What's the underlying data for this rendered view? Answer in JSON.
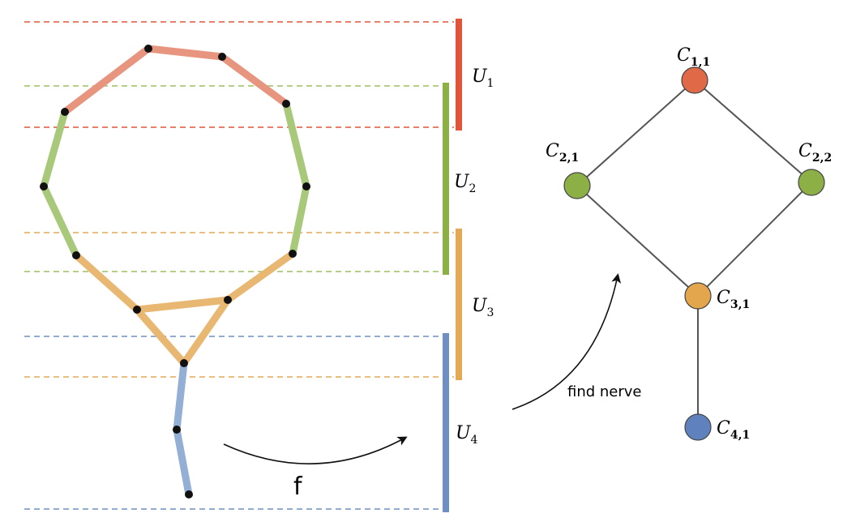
{
  "colors": {
    "red": "#E0553A",
    "pink": "#E8957F",
    "green": "#9BBF5E",
    "green_strong": "#8DB046",
    "orange": "#E3A955",
    "blue": "#6F8FC2",
    "node_red": "#E06A47",
    "node_green": "#8DB046",
    "node_orange": "#E3A64D",
    "node_blue": "#5F82BE",
    "edge": "#555555",
    "dot": "#111111"
  },
  "intervals": [
    {
      "name": "U",
      "sub": "1",
      "color": "red"
    },
    {
      "name": "U",
      "sub": "2",
      "color": "green"
    },
    {
      "name": "U",
      "sub": "3",
      "color": "orange"
    },
    {
      "name": "U",
      "sub": "4",
      "color": "blue"
    }
  ],
  "nerve": {
    "nodes": [
      {
        "id": "c11",
        "name": "C",
        "sub": "1,1",
        "color": "node_red"
      },
      {
        "id": "c21",
        "name": "C",
        "sub": "2,1",
        "color": "node_green"
      },
      {
        "id": "c22",
        "name": "C",
        "sub": "2,2",
        "color": "node_green"
      },
      {
        "id": "c31",
        "name": "C",
        "sub": "3,1",
        "color": "node_orange"
      },
      {
        "id": "c41",
        "name": "C",
        "sub": "4,1",
        "color": "node_blue"
      }
    ],
    "edges": [
      [
        "c11",
        "c21"
      ],
      [
        "c11",
        "c22"
      ],
      [
        "c21",
        "c31"
      ],
      [
        "c22",
        "c31"
      ],
      [
        "c31",
        "c41"
      ]
    ]
  },
  "labels": {
    "map_f": "f",
    "find_nerve": "find nerve"
  }
}
